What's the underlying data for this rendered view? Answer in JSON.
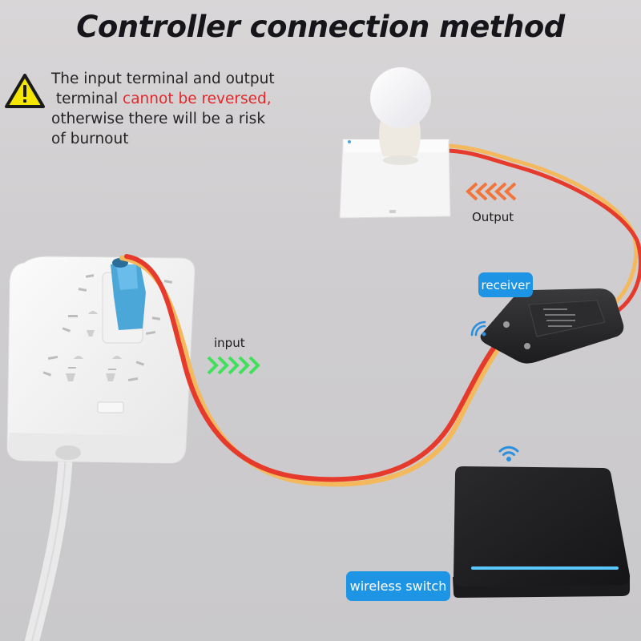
{
  "header": {
    "title": "Controller connection method"
  },
  "warning": {
    "icon": "warning-triangle-icon",
    "line1": "The input terminal and output",
    "line2_prefix": " terminal ",
    "line2_highlight": "cannot be reversed,",
    "line3": "otherwise there will be a risk",
    "line4": "of burnout",
    "highlight_color": "#e4262a"
  },
  "labels": {
    "output": "Output",
    "input": "input",
    "receiver": "receiver",
    "wireless_switch": "wireless switch"
  },
  "components": [
    {
      "name": "light-bulb",
      "role": "load"
    },
    {
      "name": "power-strip",
      "role": "power source"
    },
    {
      "name": "receiver",
      "role": "wireless receiver"
    },
    {
      "name": "wireless-switch",
      "role": "remote switch"
    }
  ],
  "arrows": {
    "output_direction": "left",
    "output_color": "#f2763c",
    "input_direction": "right",
    "input_color": "#3fe05a"
  },
  "colors": {
    "accent_blue": "#1e94e4",
    "wire_red": "#e53a2c",
    "wire_yellow": "#f3b95c",
    "warning_yellow": "#f4e600",
    "switch_led": "#58c8ff"
  }
}
